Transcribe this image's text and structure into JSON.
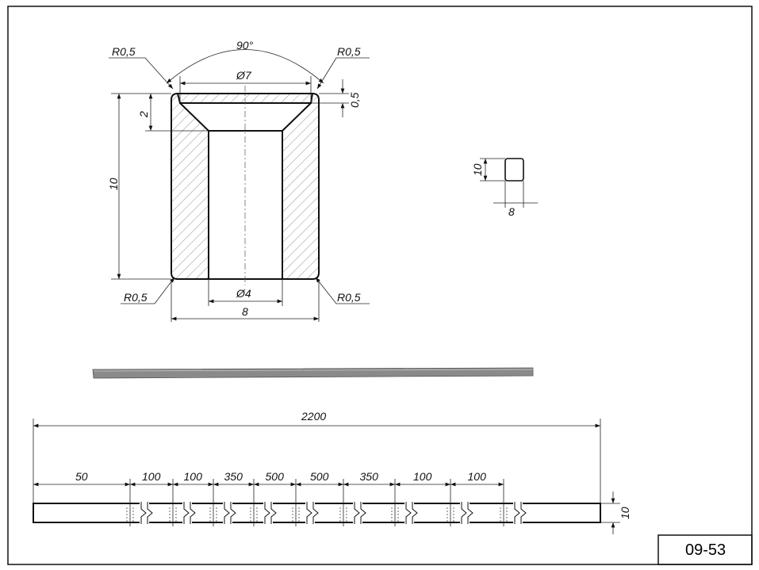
{
  "drawing": {
    "code": "09-53",
    "section": {
      "angle": "90°",
      "radius_tl": "R0,5",
      "radius_tr": "R0,5",
      "radius_bl": "R0,5",
      "radius_br": "R0,5",
      "top_diameter": "Ø7",
      "bore_diameter": "Ø4",
      "width": "8",
      "height": "10",
      "countersink_depth": "2",
      "chamfer": "0,5"
    },
    "profile": {
      "height": "10",
      "width": "8"
    },
    "bar": {
      "total_length": "2200",
      "thickness": "10",
      "spacings": [
        "50",
        "100",
        "100",
        "350",
        "500",
        "500",
        "350",
        "100",
        "100"
      ]
    }
  }
}
